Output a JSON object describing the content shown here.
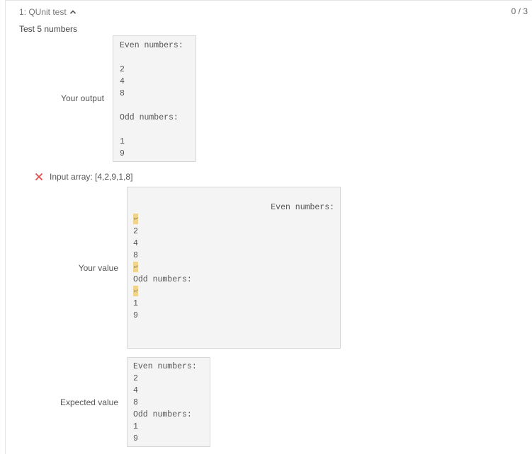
{
  "header": {
    "title": "1: QUnit test",
    "score": "0 / 3",
    "test_name": "Test 5 numbers"
  },
  "your_output": {
    "label": "Your output",
    "lines": [
      "Even numbers:",
      "",
      "2",
      "4",
      "8",
      "",
      "Odd numbers:",
      "",
      "1",
      "9"
    ]
  },
  "failure": {
    "status": "fail",
    "message": "Input array: [4,2,9,1,8]",
    "your_value": {
      "label": "Your value",
      "first_line": "Even numbers:",
      "lines": [
        "↵",
        "2",
        "4",
        "8",
        "↵",
        "Odd numbers:",
        "↵",
        "1",
        "9"
      ]
    },
    "expected_value": {
      "label": "Expected value",
      "lines": [
        "Even numbers:",
        "2",
        "4",
        "8",
        "Odd numbers:",
        "1",
        "9"
      ]
    }
  },
  "colors": {
    "fail_red": "#e04b4b",
    "newline_highlight": "#f0d48c",
    "box_bg": "#f4f4f4"
  }
}
